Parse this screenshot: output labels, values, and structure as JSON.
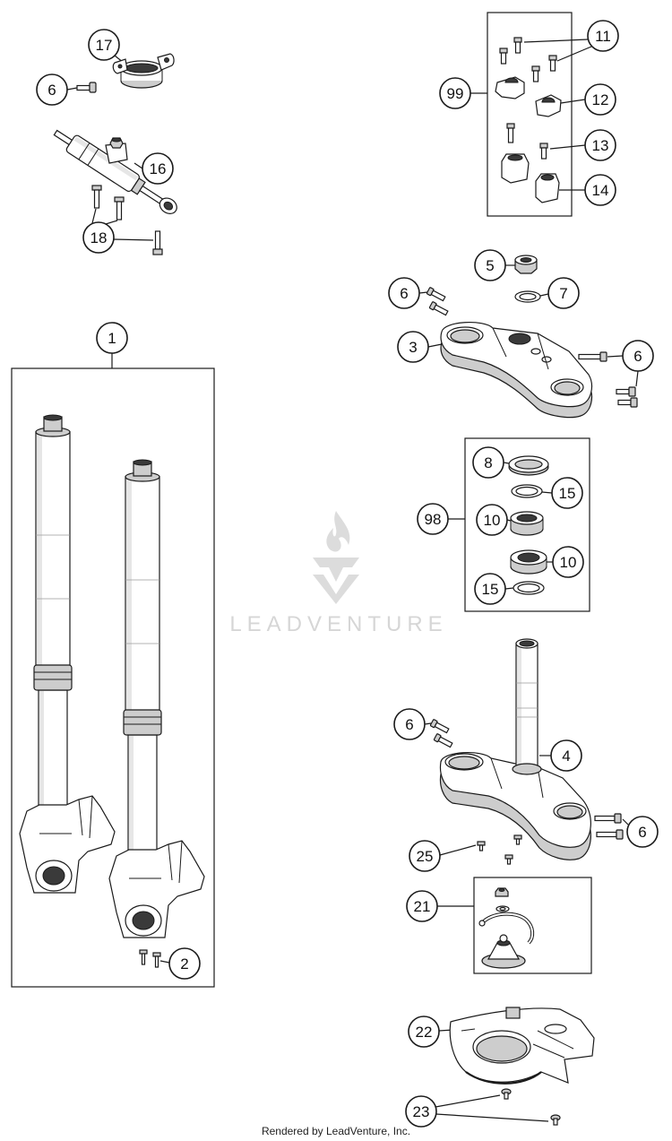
{
  "callouts": [
    {
      "label": "17"
    },
    {
      "label": "6"
    },
    {
      "label": "16"
    },
    {
      "label": "18"
    },
    {
      "label": "11"
    },
    {
      "label": "99"
    },
    {
      "label": "12"
    },
    {
      "label": "13"
    },
    {
      "label": "14"
    },
    {
      "label": "5"
    },
    {
      "label": "6"
    },
    {
      "label": "7"
    },
    {
      "label": "3"
    },
    {
      "label": "6"
    },
    {
      "label": "1"
    },
    {
      "label": "8"
    },
    {
      "label": "15"
    },
    {
      "label": "98"
    },
    {
      "label": "10"
    },
    {
      "label": "10"
    },
    {
      "label": "15"
    },
    {
      "label": "6"
    },
    {
      "label": "4"
    },
    {
      "label": "6"
    },
    {
      "label": "25"
    },
    {
      "label": "2"
    },
    {
      "label": "21"
    },
    {
      "label": "22"
    },
    {
      "label": "23"
    }
  ],
  "watermark": {
    "brand": "LEADVENTURE"
  },
  "footer": {
    "credit": "Rendered by LeadVenture, Inc."
  },
  "colors": {
    "line": "#1a1a1a",
    "watermark": "#d6d6d6"
  }
}
